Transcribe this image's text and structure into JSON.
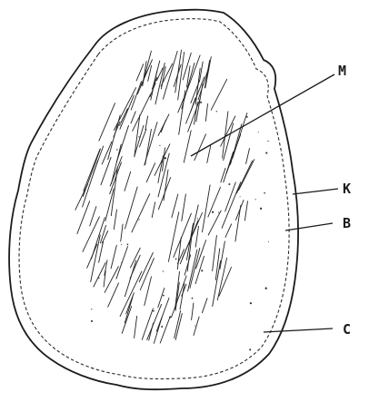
{
  "diagram": {
    "labels": {
      "M": "M",
      "K": "K",
      "B": "B",
      "C": "C"
    },
    "colors": {
      "ink": "#1c1c1c",
      "background": "#ffffff"
    }
  }
}
